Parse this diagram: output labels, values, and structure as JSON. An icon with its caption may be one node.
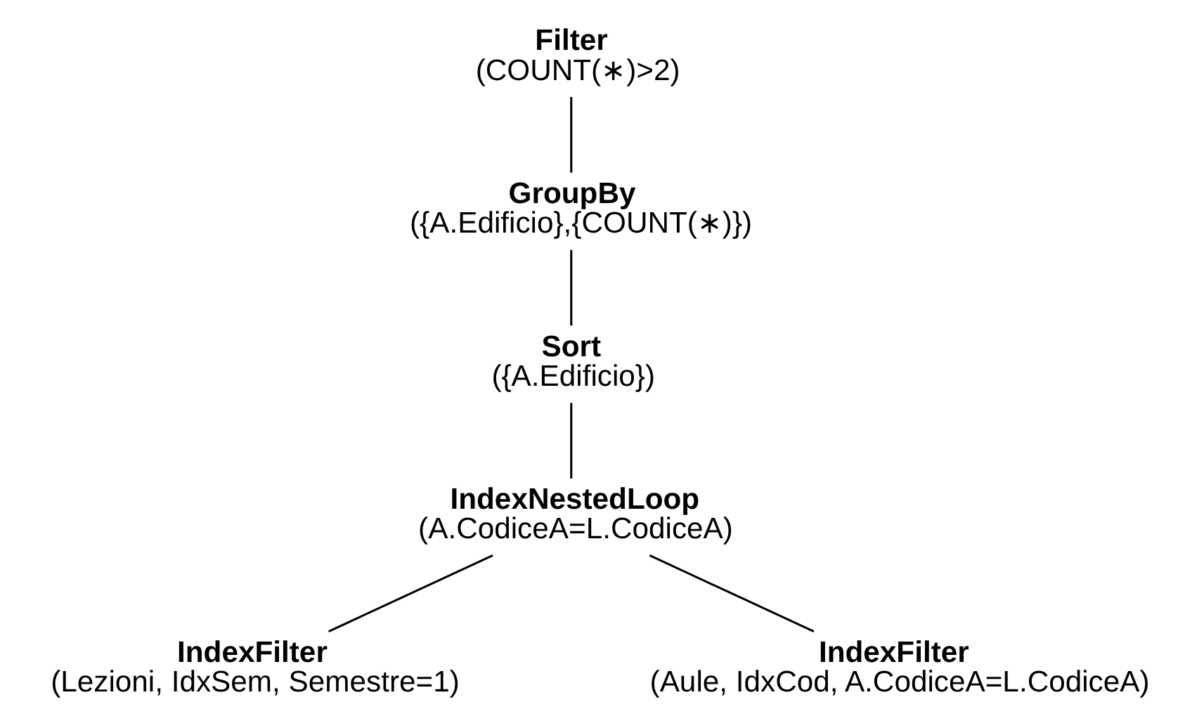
{
  "diagram": {
    "nodes": [
      {
        "text": [
          "Filter",
          "(COUNT(∗)>2)"
        ]
      },
      {
        "text": [
          "GroupBy",
          "({A.Edificio},{COUNT(∗)})"
        ]
      },
      {
        "text": [
          "Sort",
          "({A.Edificio})"
        ]
      },
      {
        "text": [
          "IndexNestedLoop",
          "(A.CodiceA=L.CodiceA)"
        ]
      },
      {
        "text": [
          "IndexFilter",
          "(Lezioni, IdxSem, Semestre=1)"
        ]
      },
      {
        "text": [
          "IndexFilter",
          "(Aule, IdxCod, A.CodiceA=L.CodiceA)"
        ]
      }
    ],
    "edges": [
      {
        "from": 0,
        "to": 1,
        "arrow": "none"
      },
      {
        "from": 1,
        "to": 2,
        "arrow": "none"
      },
      {
        "from": 2,
        "to": 3,
        "arrow": "none"
      },
      {
        "from": 3,
        "to": 4,
        "arrow": "none"
      },
      {
        "from": 3,
        "to": 5,
        "arrow": "none"
      }
    ]
  }
}
